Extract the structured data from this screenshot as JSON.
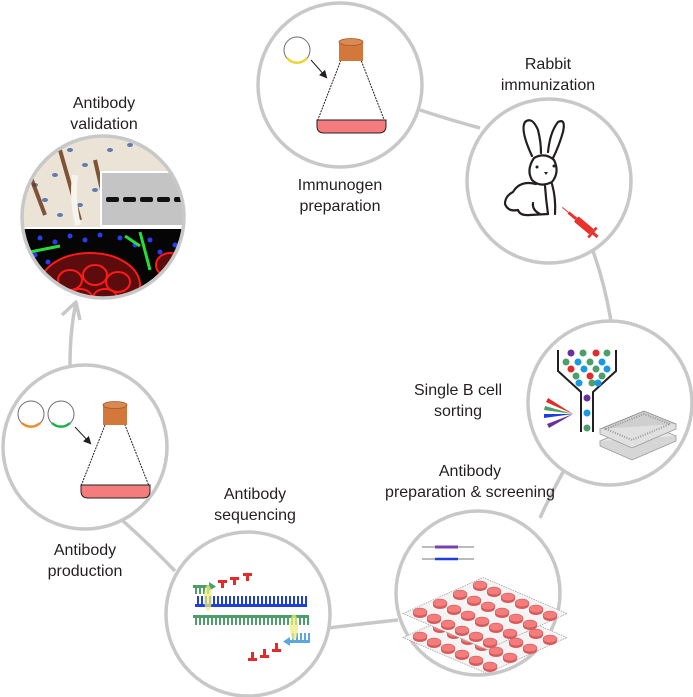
{
  "title": "Rabbit monoclonal antibody development workflow",
  "colors": {
    "ring": "#c8c8c8",
    "flask_cap": "#d4773b",
    "flask_liquid": "#f47c7c",
    "syringe": "#e8322b",
    "plasmid_yellow": "#f2d230",
    "plasmid_orange": "#ee8a2a",
    "plasmid_green": "#1fb04a",
    "cell_purple": "#6b2fa0",
    "cell_green": "#4e9e6a",
    "cell_red": "#e32b2b",
    "cell_blue": "#1899e0",
    "dna_blue": "#1f3fdc",
    "dna_green": "#4e9e6a",
    "primer_light_blue": "#5aa8e0",
    "nucleotide_red": "#e32b2b",
    "highlight_yellow": "#ecec80"
  },
  "steps": [
    {
      "id": "immunogen",
      "label_line1": "Immunogen",
      "label_line2": "preparation",
      "icon": "flask-with-plasmid"
    },
    {
      "id": "rabbit",
      "label_line1": "Rabbit",
      "label_line2": "immunization",
      "icon": "rabbit-with-syringe"
    },
    {
      "id": "bcell",
      "label_line1": "Single B cell",
      "label_line2": "sorting",
      "icon": "cell-sorter-funnel"
    },
    {
      "id": "screening",
      "label_line1": "Antibody",
      "label_line2": "preparation & screening",
      "icon": "well-plates"
    },
    {
      "id": "sequencing",
      "label_line1": "Antibody",
      "label_line2": "sequencing",
      "icon": "dna-sequencing"
    },
    {
      "id": "production",
      "label_line1": "Antibody",
      "label_line2": "production",
      "icon": "flask-with-two-plasmids"
    },
    {
      "id": "validation",
      "label_line1": "Antibody",
      "label_line2": "validation",
      "icon": "ihc-western-if-images"
    }
  ],
  "western_blot_bands": 5
}
